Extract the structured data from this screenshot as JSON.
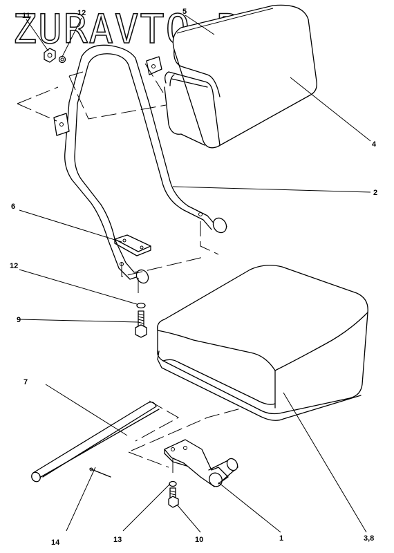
{
  "watermark": "ZURAVTO.RU",
  "callouts": {
    "c1": "1",
    "c2": "2",
    "c4": "4",
    "c5": "5",
    "c6": "6",
    "c7": "7",
    "c9": "9",
    "c10": "10",
    "c11": "11",
    "c12a": "12",
    "c12b": "12",
    "c13": "13",
    "c14": "14",
    "c38": "3,8"
  }
}
